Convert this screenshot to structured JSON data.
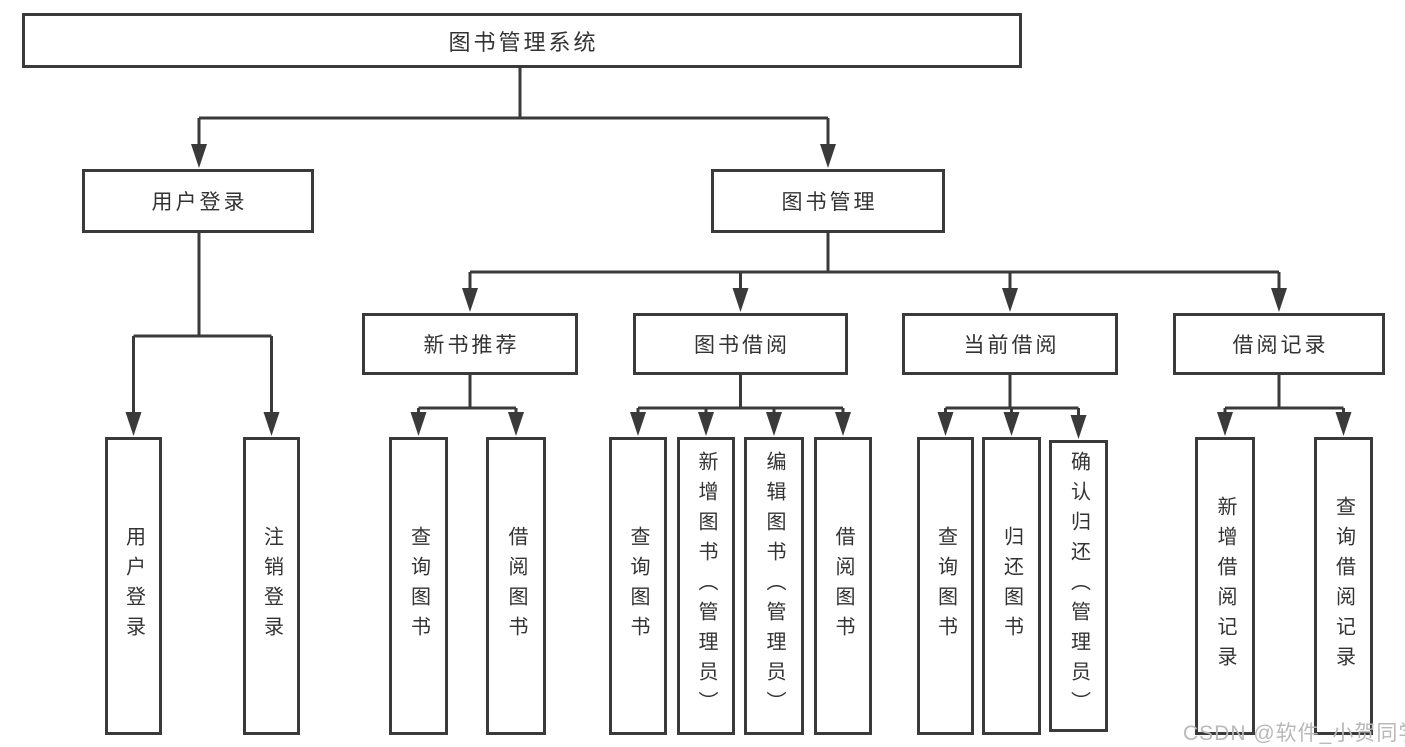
{
  "diagram": {
    "tree": {
      "label": "图书管理系统",
      "children": [
        {
          "label": "用户登录",
          "children": [
            {
              "label": "用户登录"
            },
            {
              "label": "注销登录"
            }
          ]
        },
        {
          "label": "图书管理",
          "children": [
            {
              "label": "新书推荐",
              "children": [
                {
                  "label": "查询图书"
                },
                {
                  "label": "借阅图书"
                }
              ]
            },
            {
              "label": "图书借阅",
              "children": [
                {
                  "label": "查询图书"
                },
                {
                  "label": "新增图书（管理员）"
                },
                {
                  "label": "编辑图书（管理员）"
                },
                {
                  "label": "借阅图书"
                }
              ]
            },
            {
              "label": "当前借阅",
              "children": [
                {
                  "label": "查询图书"
                },
                {
                  "label": "归还图书"
                },
                {
                  "label": "确认归还（管理员）"
                }
              ]
            },
            {
              "label": "借阅记录",
              "children": [
                {
                  "label": "新增借阅记录"
                },
                {
                  "label": "查询借阅记录"
                }
              ]
            }
          ]
        }
      ]
    },
    "colors": {
      "line": "#3a3a3a",
      "text": "#333333",
      "background": "#ffffff",
      "watermark": "#b9b9b9"
    }
  },
  "watermark": {
    "text": "CSDN @软件_小贺同学"
  }
}
